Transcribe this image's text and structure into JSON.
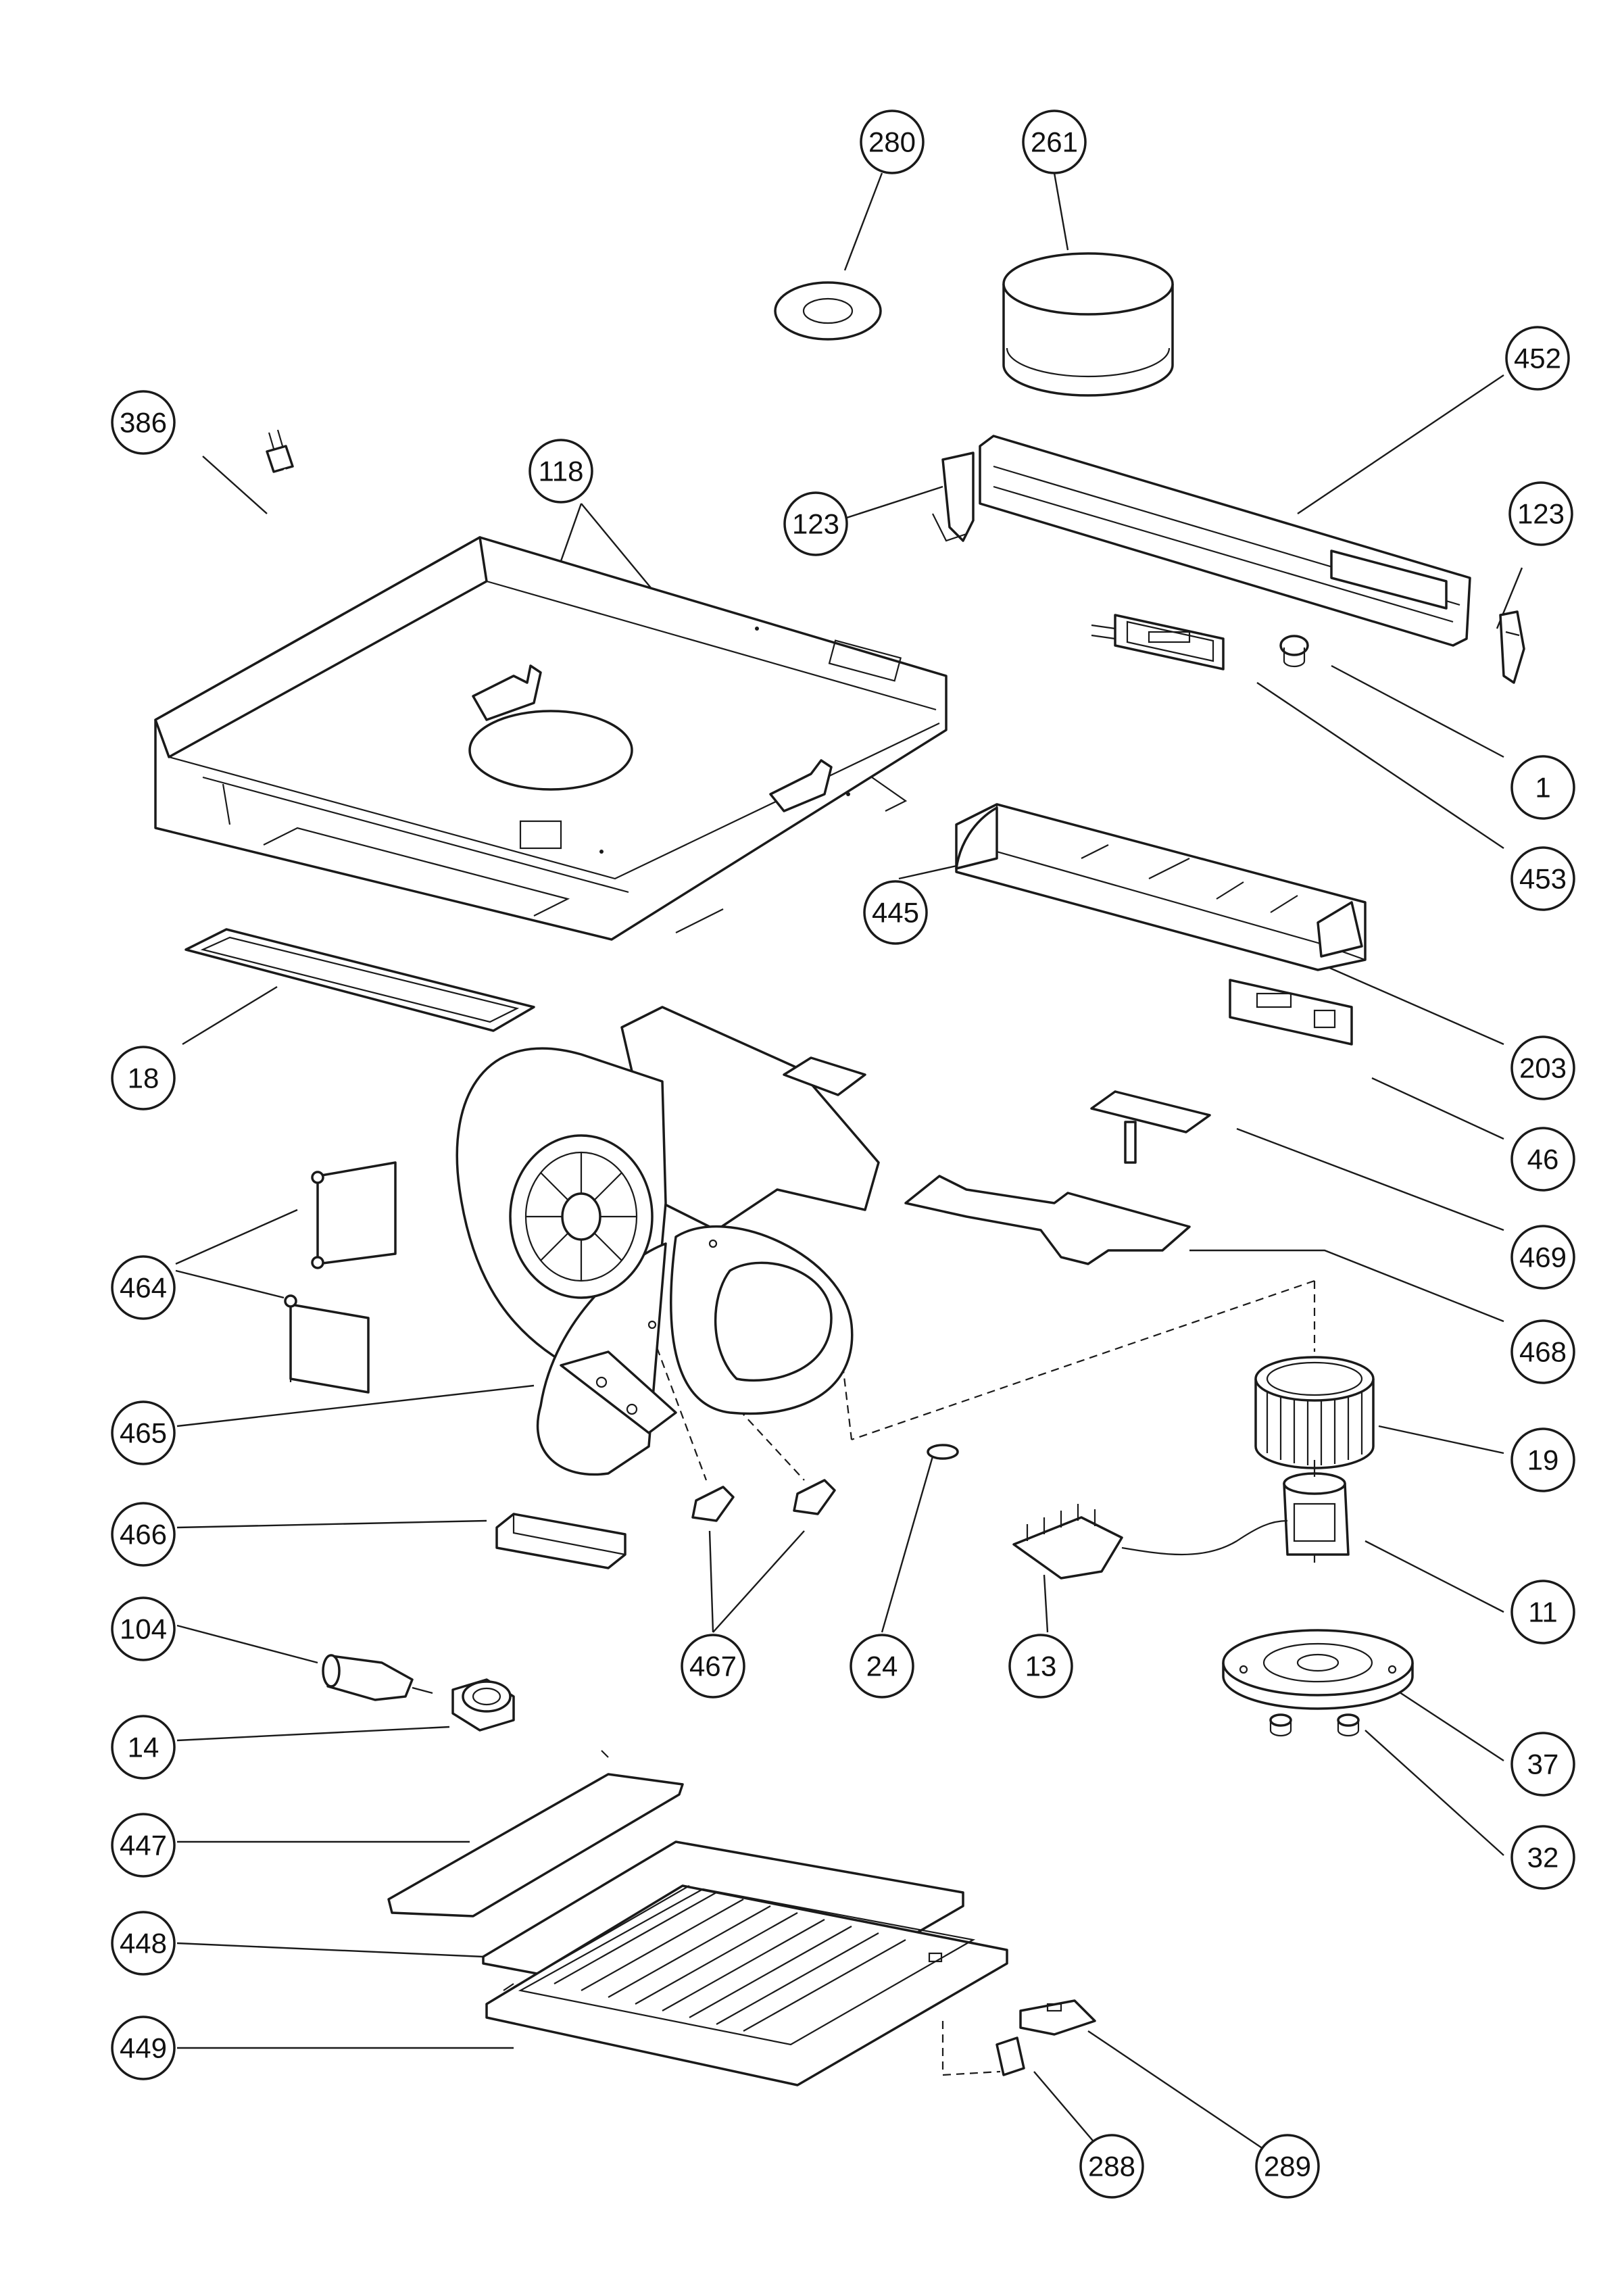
{
  "diagram": {
    "type": "exploded-parts-diagram",
    "callout_labels": {
      "c280": "280",
      "c261": "261",
      "c452": "452",
      "c386": "386",
      "c118": "118",
      "c123a": "123",
      "c123b": "123",
      "c1": "1",
      "c453": "453",
      "c445": "445",
      "c203": "203",
      "c18": "18",
      "c46": "46",
      "c469": "469",
      "c464": "464",
      "c468": "468",
      "c465": "465",
      "c19": "19",
      "c466": "466",
      "c11": "11",
      "c104": "104",
      "c467": "467",
      "c24": "24",
      "c13": "13",
      "c14": "14",
      "c37": "37",
      "c32": "32",
      "c447": "447",
      "c448": "448",
      "c449": "449",
      "c288": "288",
      "c289": "289"
    }
  }
}
